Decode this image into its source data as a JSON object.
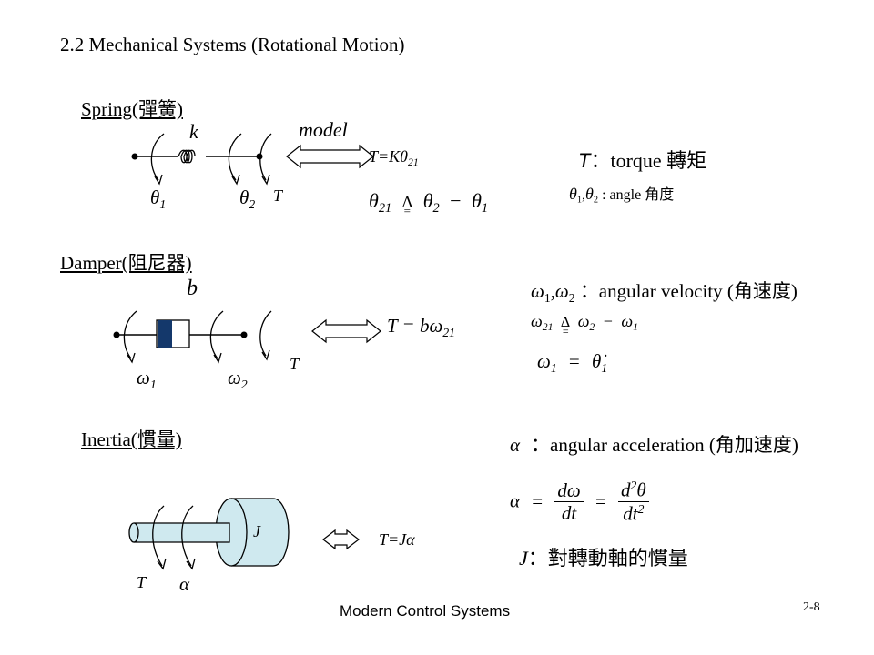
{
  "slide": {
    "title": "2.2 Mechanical Systems (Rotational Motion)",
    "footer": "Modern Control Systems",
    "page_number": "2-8"
  },
  "spring": {
    "heading": "Spring(彈簧)",
    "k_label": "k",
    "model_label": "model",
    "theta1": "θ",
    "theta2": "θ",
    "sub1": "1",
    "sub2": "2",
    "torque": "T",
    "eq_lhs": "T=Kθ",
    "eq_sub": "21",
    "def_theta21": "θ",
    "def_sub21": "21",
    "def_delta": "Δ",
    "def_eq_mark": "=",
    "def_rhs_a": "θ",
    "def_rhs_a_sub": "2",
    "def_minus": "−",
    "def_rhs_b": "θ",
    "def_rhs_b_sub": "1",
    "torque_note_sym": "T",
    "torque_note_text": "：torque 轉矩",
    "angle_note_sym_a": "θ",
    "angle_note_sym_a_sub": "1",
    "angle_note_comma": ",",
    "angle_note_sym_b": "θ",
    "angle_note_sym_b_sub": "2",
    "angle_note_text": ": angle 角度"
  },
  "damper": {
    "heading": "Damper(阻尼器)",
    "b_label": "b",
    "omega1": "ω",
    "omega2": "ω",
    "sub1": "1",
    "sub2": "2",
    "torque": "T",
    "eq_lhs": "T = bω",
    "eq_sub": "21",
    "vel_sym_a": "ω",
    "vel_sym_a_sub": "1",
    "vel_comma": ",",
    "vel_sym_b": "ω",
    "vel_sym_b_sub": "2",
    "vel_text": "：angular velocity (角速度)",
    "def_lhs": "ω",
    "def_lhs_sub": "21",
    "def_delta": "Δ",
    "def_eq_mark": "=",
    "def_rhs_a": "ω",
    "def_rhs_a_sub": "2",
    "def_minus": "−",
    "def_rhs_b": "ω",
    "def_rhs_b_sub": "1",
    "dot_lhs": "ω",
    "dot_lhs_sub": "1",
    "dot_eq": "=",
    "dot_rhs": "θ̇",
    "dot_rhs_sub": "1"
  },
  "inertia": {
    "heading": "Inertia(慣量)",
    "j_label": "J",
    "torque": "T",
    "alpha": "α",
    "eq": "T=Jα",
    "acc_sym": "α",
    "acc_text": "：angular acceleration (角加速度)",
    "formula_lhs": "α",
    "formula_eq1": "=",
    "frac1_num": "dω",
    "frac1_den": "dt",
    "formula_eq2": "=",
    "frac2_num_d": "d",
    "frac2_num_sup": "2",
    "frac2_num_theta": "θ",
    "frac2_den_dt": "dt",
    "frac2_den_sup": "2",
    "j_note_sym": "J",
    "j_note_text": "：對轉動軸的慣量"
  }
}
